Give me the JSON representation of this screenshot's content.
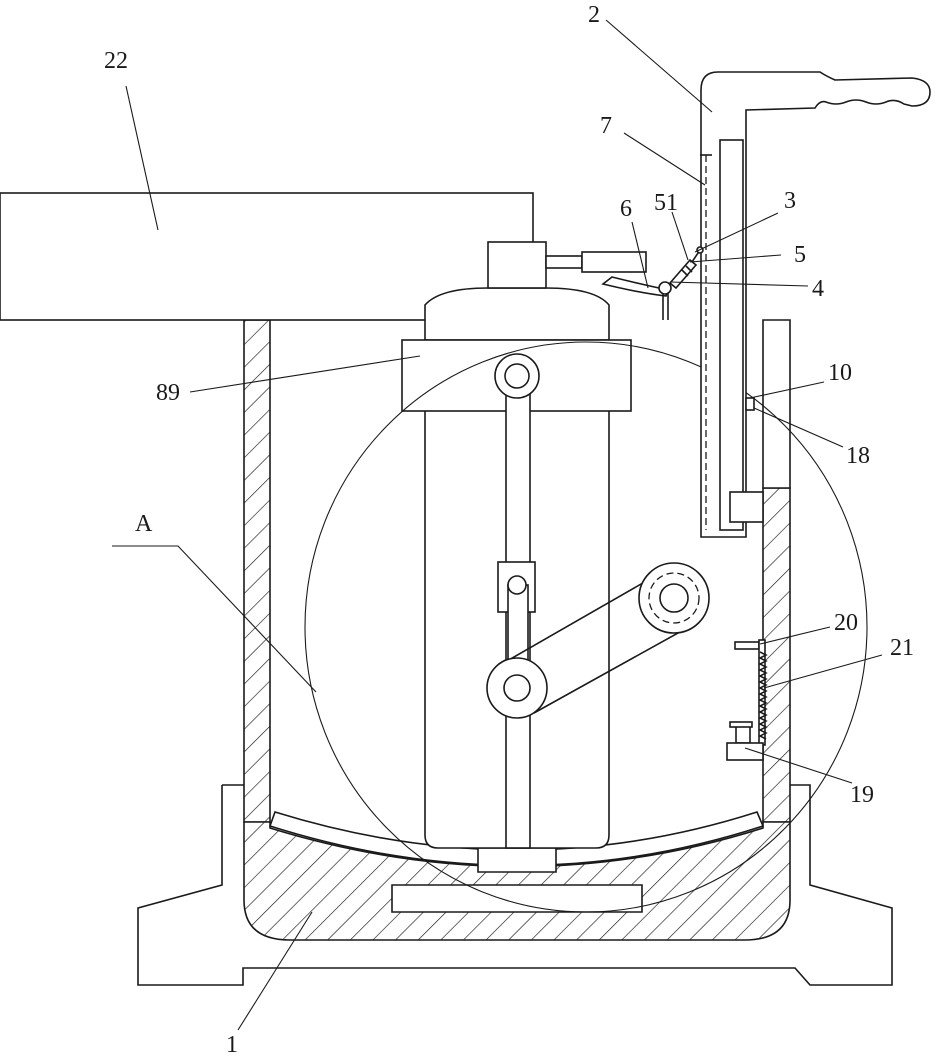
{
  "labels": [
    {
      "id": "label-2",
      "text": "2"
    },
    {
      "id": "label-7",
      "text": "7"
    },
    {
      "id": "label-22",
      "text": "22"
    },
    {
      "id": "label-51",
      "text": "51"
    },
    {
      "id": "label-3",
      "text": "3"
    },
    {
      "id": "label-6",
      "text": "6"
    },
    {
      "id": "label-5",
      "text": "5"
    },
    {
      "id": "label-4",
      "text": "4"
    },
    {
      "id": "label-10",
      "text": "10"
    },
    {
      "id": "label-89",
      "text": "89"
    },
    {
      "id": "label-18",
      "text": "18"
    },
    {
      "id": "label-A",
      "text": "A"
    },
    {
      "id": "label-20",
      "text": "20"
    },
    {
      "id": "label-21",
      "text": "21"
    },
    {
      "id": "label-19",
      "text": "19"
    },
    {
      "id": "label-1",
      "text": "1"
    }
  ]
}
